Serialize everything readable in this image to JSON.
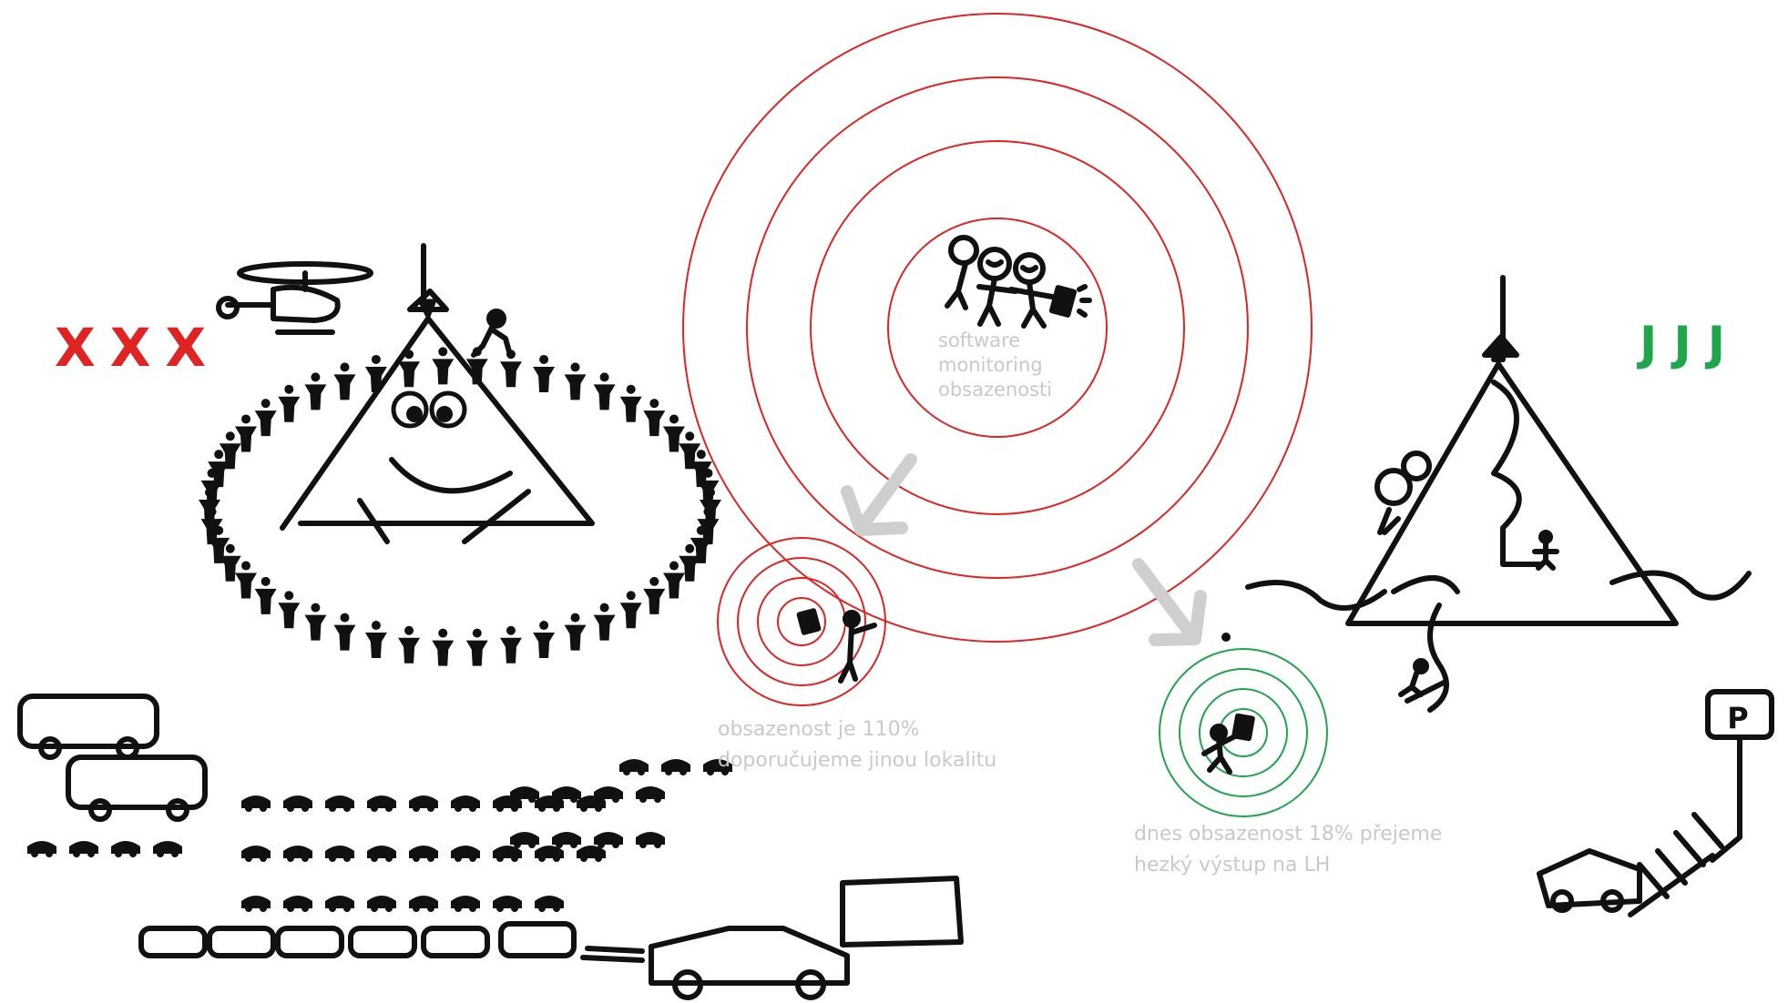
{
  "captions": {
    "center": [
      "software",
      "monitoring",
      "obsazenosti"
    ],
    "warning": [
      "obsazenost je 110%",
      "doporučujeme jinou lokalitu"
    ],
    "ok": [
      "dnes obsazenost 18% přejeme",
      "hezký výstup na LH"
    ]
  },
  "marks": {
    "bad": "XXX",
    "good": "JJJ"
  },
  "parking_sign": "P",
  "colors": {
    "ring_red": "#e02424",
    "ring_green": "#1fa54a",
    "arrow_gray": "#cfcfcf",
    "caption_gray": "#c9c9c9",
    "ink": "#111111"
  }
}
